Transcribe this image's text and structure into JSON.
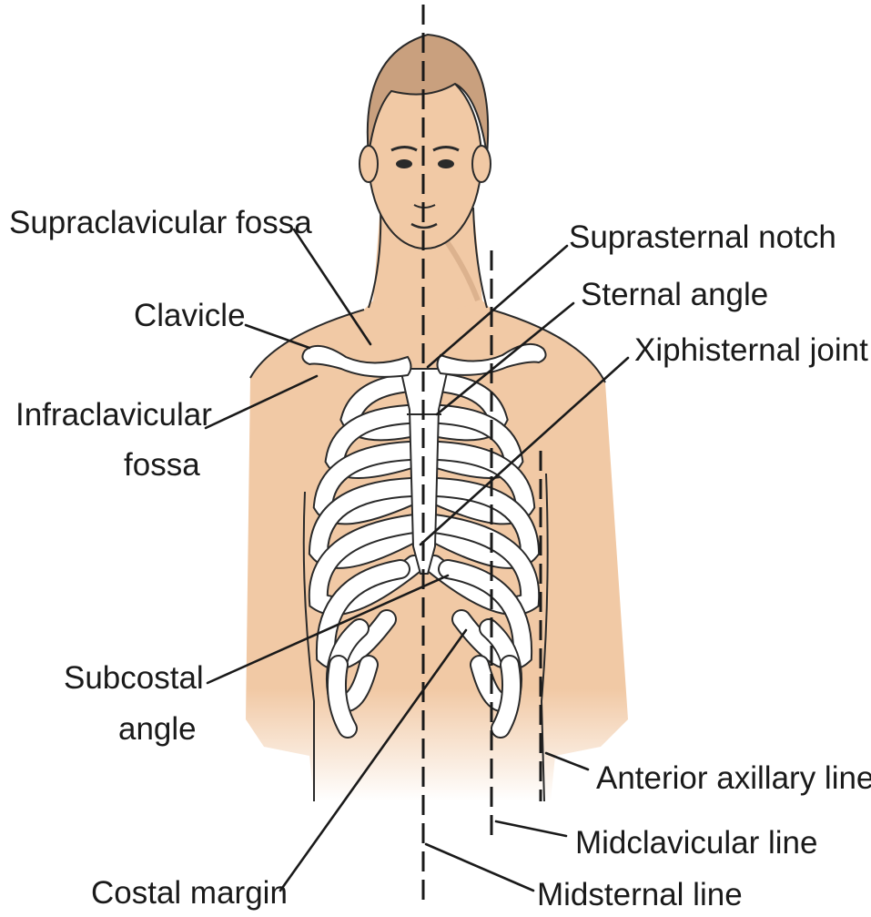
{
  "labels": {
    "supraclavicular_fossa": "Supraclavicular fossa",
    "clavicle": "Clavicle",
    "infraclavicular_fossa_1": "Infraclavicular",
    "infraclavicular_fossa_2": "fossa",
    "subcostal_angle_1": "Subcostal",
    "subcostal_angle_2": "angle",
    "costal_margin": "Costal margin",
    "suprasternal_notch": "Suprasternal notch",
    "sternal_angle": "Sternal angle",
    "xiphisternal_joint": "Xiphisternal joint",
    "anterior_axillary_line": "Anterior axillary line",
    "midclavicular_line": "Midclavicular line",
    "midsternal_line": "Midsternal line"
  },
  "colors": {
    "skin": "#f1c9a5",
    "skin_shadow": "#e3b28c",
    "hair": "#c9a07e",
    "bone": "#ffffff",
    "ink": "#1a1a1a"
  }
}
